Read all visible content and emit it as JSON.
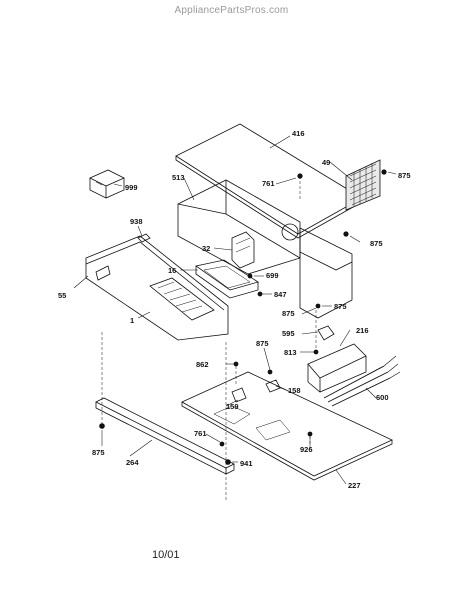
{
  "watermark": "AppliancePartsPros.com",
  "date_code": "10/01",
  "callouts": {
    "c416": "416",
    "c49": "49",
    "c875a": "875",
    "c761a": "761",
    "c513": "513",
    "c999": "999",
    "c938": "938",
    "c875b": "875",
    "c32": "32",
    "c16": "16",
    "c699": "699",
    "c55": "55",
    "c847": "847",
    "c875c": "875",
    "c1": "1",
    "c595": "595",
    "c216": "216",
    "c875d": "875",
    "c862": "862",
    "c813": "813",
    "c158": "158",
    "c600": "600",
    "c159": "159",
    "c875e": "875",
    "c761b": "761",
    "c926": "926",
    "c264": "264",
    "c941": "941",
    "c227": "227"
  }
}
